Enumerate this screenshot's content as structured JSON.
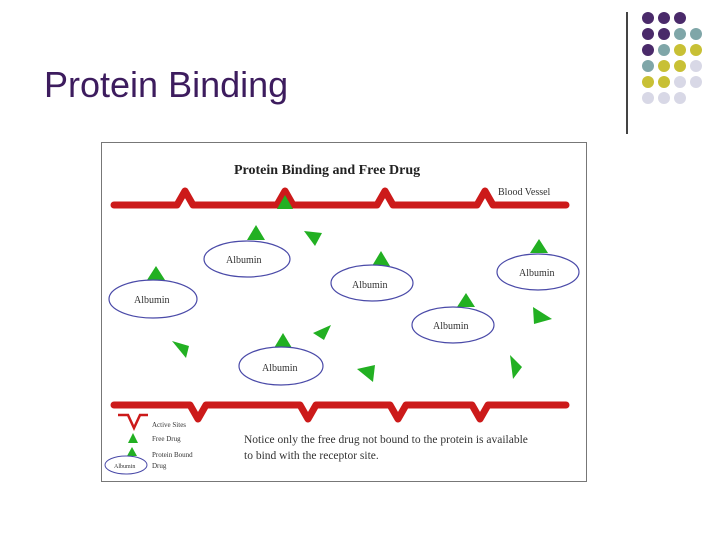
{
  "slide": {
    "title": "Protein Binding"
  },
  "decoration": {
    "dot_colors": {
      "purple": "#4a2a6a",
      "teal": "#7fa6a8",
      "olive": "#c8c035",
      "lavender": "#d8d8e6"
    },
    "dot_rows": [
      [
        "purple",
        "purple",
        "purple"
      ],
      [
        "purple",
        "purple",
        "teal",
        "teal"
      ],
      [
        "purple",
        "teal",
        "olive",
        "olive"
      ],
      [
        "teal",
        "olive",
        "olive",
        "lavender"
      ],
      [
        "olive",
        "olive",
        "lavender",
        "lavender"
      ],
      [
        "lavender",
        "lavender",
        "lavender"
      ]
    ]
  },
  "figure": {
    "title": "Protein Binding and Free Drug",
    "vessel_label": "Blood Vessel",
    "albumin_label": "Albumin",
    "albumin_labels": [
      "Albumin",
      "Albumin",
      "Albumin",
      "Albumin",
      "Albumin",
      "Albumin"
    ],
    "legend": {
      "active_sites": "Active Sites",
      "free_drug": "Free Drug",
      "protein_bound_line1": "Protein Bound",
      "protein_bound_line2": "Drug",
      "albumin": "Albumin"
    },
    "note_line1": "Notice only the free drug not bound to the protein is available",
    "note_line2": "to bind with the receptor site.",
    "colors": {
      "vessel": "#cc1a1a",
      "drug": "#22b022",
      "albumin_stroke": "#4a4aa8"
    }
  }
}
